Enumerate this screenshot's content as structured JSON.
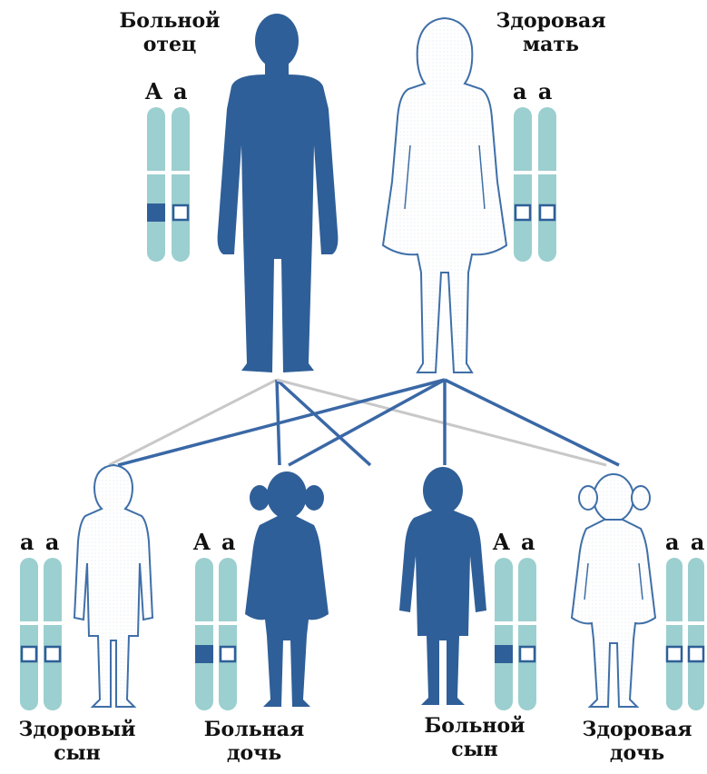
{
  "colors": {
    "affected": "#2f5f98",
    "healthy_outline": "#3f6fa8",
    "chromosome": "#9ccfcf",
    "gene_marker_affected": "#2f5f98",
    "line_affected": "#3a68a6",
    "line_healthy": "#c8c8c8"
  },
  "parents": {
    "father": {
      "label": "Больной\nотец",
      "alleles": "A a",
      "status": "affected",
      "genotype": [
        "A",
        "a"
      ]
    },
    "mother": {
      "label": "Здоровая\nмать",
      "alleles": "a a",
      "status": "healthy",
      "genotype": [
        "a",
        "a"
      ]
    }
  },
  "children": [
    {
      "label": "Здоровый\nсын",
      "alleles": "a a",
      "status": "healthy",
      "sex": "male",
      "genotype": [
        "a",
        "a"
      ]
    },
    {
      "label": "Больная\nдочь",
      "alleles": "A a",
      "status": "affected",
      "sex": "female",
      "genotype": [
        "A",
        "a"
      ]
    },
    {
      "label": "Больной\nсын",
      "alleles": "A a",
      "status": "affected",
      "sex": "male",
      "genotype": [
        "A",
        "a"
      ]
    },
    {
      "label": "Здоровая\nдочь",
      "alleles": "a a",
      "status": "healthy",
      "sex": "female",
      "genotype": [
        "a",
        "a"
      ]
    }
  ]
}
